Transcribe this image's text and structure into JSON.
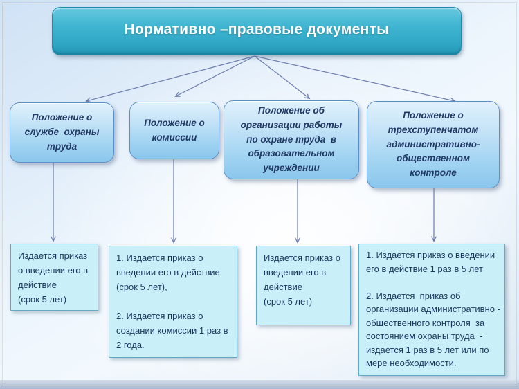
{
  "slide": {
    "title": "Нормативно –правовые документы",
    "colors": {
      "title_box": "#35aecb",
      "node_fill": "#a4d5f2",
      "node_border": "#5a8fc7",
      "leaf_fill": "#c9eff8",
      "leaf_border": "#62a8c4",
      "arrow": "#6c7cae",
      "text_dark": "#17365d",
      "title_text": "#ffffff"
    },
    "nodes": [
      {
        "label": "Положение о\nслужбе  охраны\nтруда"
      },
      {
        "label": "Положение о\nкомиссии"
      },
      {
        "label": "Положение об\nорганизации работы\nпо охране труда  в\nобразовательном\nучреждении"
      },
      {
        "label": "Положение о\nтрехступенчатом\nадминистративно-\nобщественном\nконтроле"
      }
    ],
    "leaves": [
      {
        "text": "Издается приказ\nо введении его в\nдействие\n(срок 5 лет)"
      },
      {
        "text": "1. Издается приказ о\nвведении его в действие\n(срок 5 лет),\n\n2. Издается приказ о\nсоздании комиссии 1 раз в\n2 года."
      },
      {
        "text": "Издается приказ о\nвведении его в\nдействие\n(срок 5 лет)"
      },
      {
        "text": "1. Издается приказ о введении\nего в действие 1 раз в 5 лет\n\n2. Издается  приказ об\nорганизации административно -\nобщественного контроля  за\nсостоянием охраны труда  -\nиздается 1 раз в 5 лет или по\nмере необходимости."
      }
    ]
  }
}
